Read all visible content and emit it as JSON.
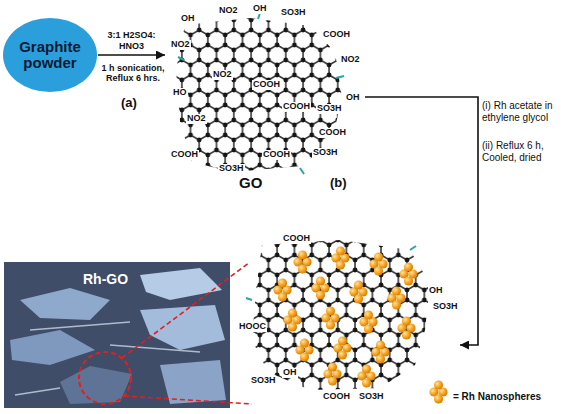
{
  "diagram": {
    "nodes": [
      {
        "text": [
          "Graphite powder"
        ]
      },
      {
        "text": [
          "OH",
          "NO2",
          "OH",
          "SO3H",
          "COOH",
          "NO2",
          "NO2",
          "HO",
          "NO2",
          "COOH",
          "NO2",
          "COOH",
          "SO3H",
          "OH",
          "COOH",
          "SO3H",
          "COOH",
          "COOH",
          "SO3H",
          "GO"
        ]
      },
      {
        "text": [
          "COOH",
          "OH",
          "SO3H",
          "HOOC",
          "SO3H",
          "OH",
          "COOH",
          "SO3H"
        ]
      },
      {
        "text": [
          "Rh-GO"
        ]
      }
    ],
    "edges": [
      {
        "from": 0,
        "to": 1,
        "arrow": "to",
        "label": "3:1 H2SO4: HNO3"
      },
      {
        "from": 1,
        "to": 2,
        "arrow": "to"
      }
    ],
    "labels": [
      "1 h sonication, Reflux 6 hrs.",
      "(a)",
      "(b)",
      "(i) Rh acetate in ethylene glycol",
      "(ii) Reflux 6 h, Cooled, dried"
    ],
    "legend": [
      {
        "text": "= Rh Nanospheres"
      }
    ]
  }
}
